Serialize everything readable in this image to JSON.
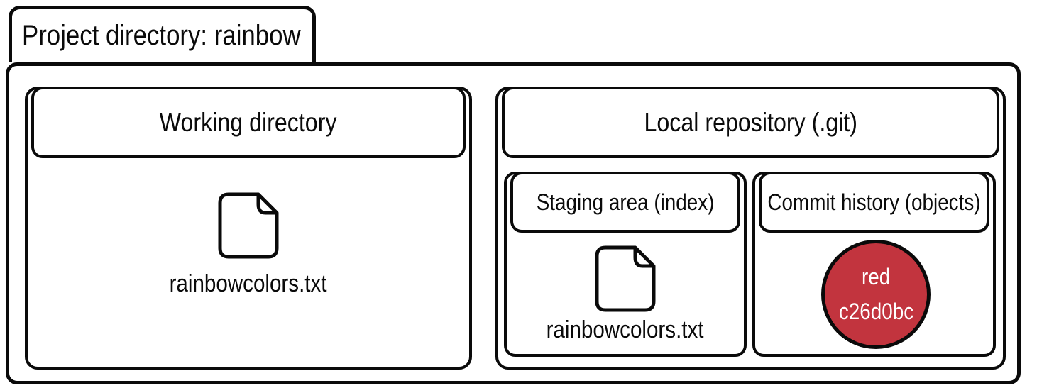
{
  "diagram": {
    "project_tab": {
      "label": "Project directory: rainbow"
    },
    "working_directory": {
      "title": "Working directory",
      "file": {
        "name": "rainbowcolors.txt",
        "icon": "file-icon"
      }
    },
    "local_repository": {
      "title": "Local repository (.git)",
      "staging_area": {
        "title": "Staging area (index)",
        "file": {
          "name": "rainbowcolors.txt",
          "icon": "file-icon"
        }
      },
      "commit_history": {
        "title": "Commit history (objects)",
        "commit": {
          "label": "red",
          "hash": "c26d0bc",
          "fill_color": "#c2343e",
          "text_color": "#ffffff"
        }
      }
    },
    "colors": {
      "outline": "#0a0a0a",
      "background": "#ffffff"
    }
  }
}
